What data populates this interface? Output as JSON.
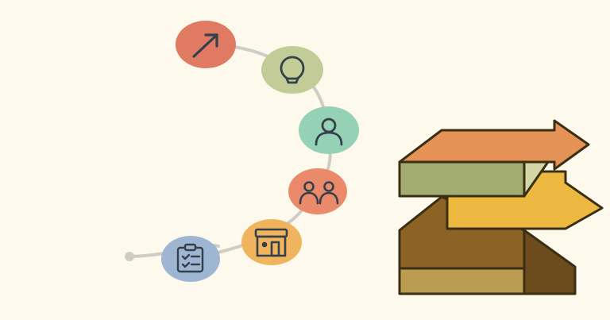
{
  "palette": {
    "background": "#fdf9ec",
    "path_line": "#cfccc4",
    "outline": "#3a2f12",
    "icon_stroke": "#34404a"
  },
  "timeline": {
    "nodes": [
      {
        "icon": "checklist-icon",
        "color": "#9fb6d3"
      },
      {
        "icon": "storefront-icon",
        "color": "#f0b35e"
      },
      {
        "icon": "group-people-icon",
        "color": "#ea8a6b"
      },
      {
        "icon": "person-icon",
        "color": "#95d1b4"
      },
      {
        "icon": "lightbulb-icon",
        "color": "#c3cc96"
      },
      {
        "icon": "arrow-up-right-icon",
        "color": "#e07a63"
      }
    ]
  },
  "stack_graphic": {
    "blocks": [
      {
        "name": "orange-arrow",
        "color": "#e59257"
      },
      {
        "name": "olive-block",
        "color": "#a3ad73"
      },
      {
        "name": "yellow-arrow",
        "color": "#edb83f"
      },
      {
        "name": "brown-block",
        "color": "#8d6225"
      },
      {
        "name": "brown-block-side",
        "color": "#6c4b1d"
      },
      {
        "name": "tan-base",
        "color": "#b99c50"
      }
    ]
  }
}
